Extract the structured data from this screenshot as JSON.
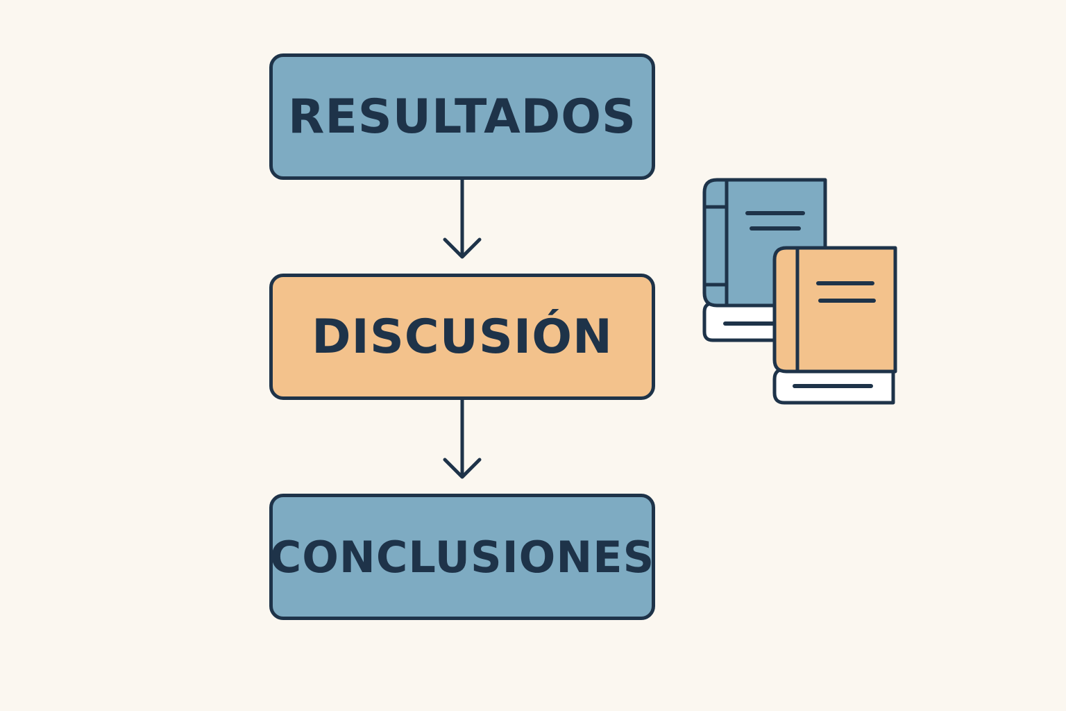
{
  "colors": {
    "background": "#fbf7f0",
    "blue": "#7eabc2",
    "orange": "#f3c28c",
    "ink": "#1e3349",
    "paper": "#ffffff"
  },
  "diagram": {
    "nodes": [
      {
        "label": "RESULTADOS",
        "color": "blue"
      },
      {
        "label": "DISCUSIÓN",
        "color": "orange"
      },
      {
        "label": "CONCLUSIONES",
        "color": "blue"
      }
    ],
    "icons": [
      "book-blue-icon",
      "book-orange-icon"
    ]
  }
}
